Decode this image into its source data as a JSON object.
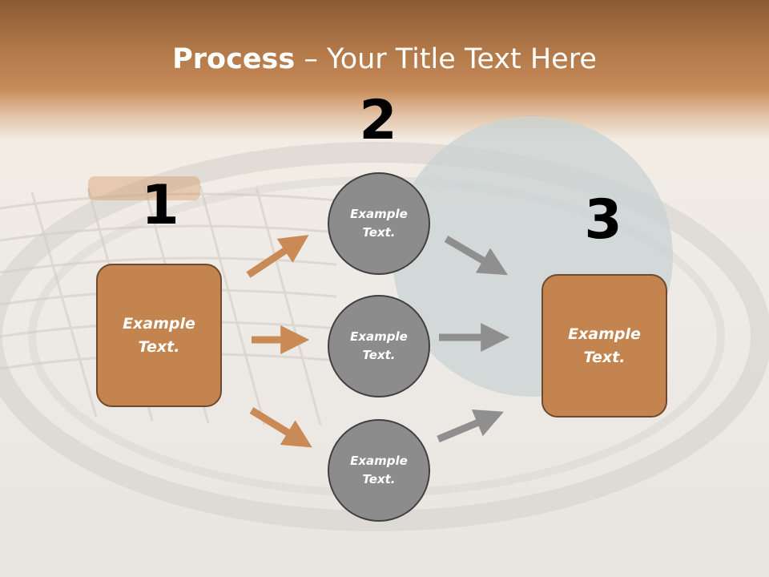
{
  "slide": {
    "title_bold": "Process",
    "title_rest": " – Your Title Text Here"
  },
  "steps": {
    "step1_number": "1",
    "step2_number": "2",
    "step3_number": "3"
  },
  "nodes": {
    "left_box": "Example Text.",
    "circle_top": "Example Text.",
    "circle_middle": "Example Text.",
    "circle_bottom": "Example Text.",
    "right_box": "Example Text."
  },
  "colors": {
    "accent_brown": "#c4844f",
    "circle_gray": "#8c8c8c",
    "arrow_orange": "#c98a55",
    "arrow_gray": "#8f8f8f"
  }
}
